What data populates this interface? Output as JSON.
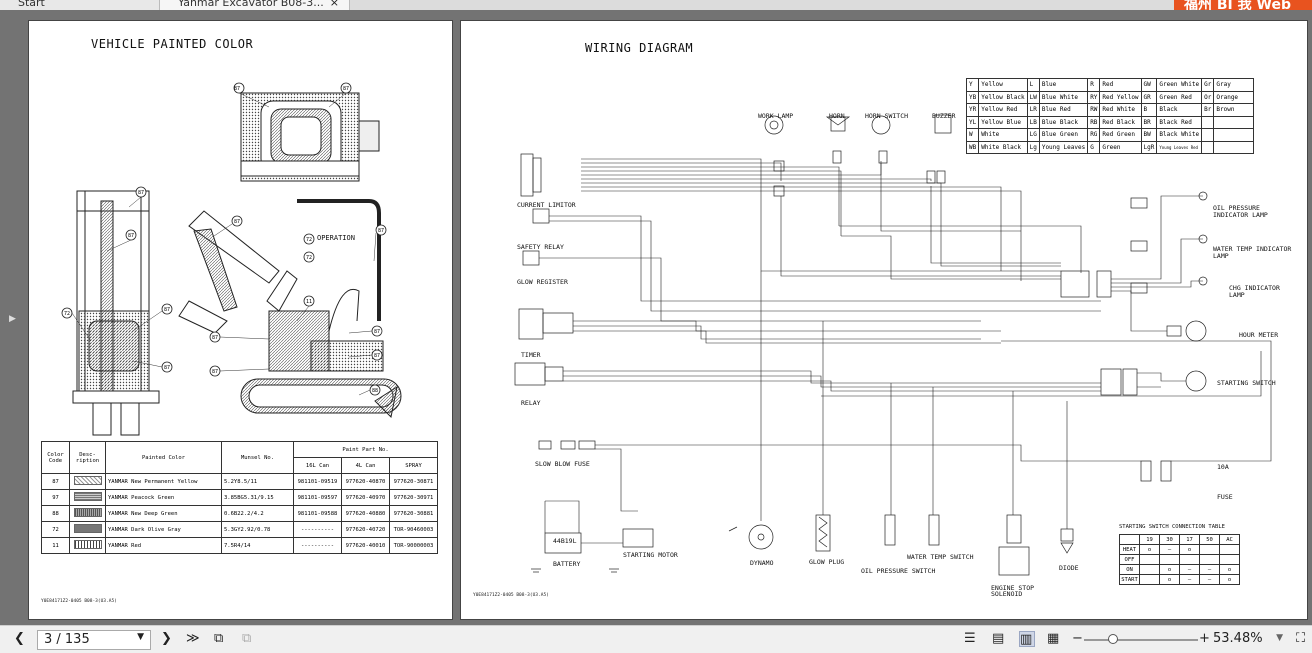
{
  "tabs": [
    {
      "label": "Start"
    },
    {
      "label": "Yanmar Excavator B08-3...",
      "close": "×"
    }
  ],
  "banner": {
    "text": "福州 BI 我 Web"
  },
  "left_page": {
    "title": "VEHICLE PAINTED COLOR",
    "operation_label": "OPERATION",
    "callouts": [
      "87",
      "87",
      "87",
      "87",
      "72",
      "87",
      "87",
      "87",
      "72",
      "87",
      "11",
      "87",
      "87",
      "87",
      "88",
      "72"
    ],
    "footer": "Y0E84171Z2-0405 B08-3(U3.A5)",
    "table": {
      "headers": [
        "Color Code",
        "Desc-ription",
        "Painted Color",
        "Munsel No.",
        "Paint Part No."
      ],
      "sub_headers": [
        "16L Can",
        "4L Can",
        "SPRAY"
      ],
      "rows": [
        {
          "code": "87",
          "color": "YANMAR New Permanent Yellow",
          "munsel": "5.2Y8.5/11",
          "can16": "981101-09519",
          "can4": "977620-40870",
          "spray": "977620-30871"
        },
        {
          "code": "97",
          "color": "YANMAR Peacock Green",
          "munsel": "3.85BG5.31/9.15",
          "can16": "981101-09597",
          "can4": "977620-40970",
          "spray": "977620-30971"
        },
        {
          "code": "88",
          "color": "YANMAR New Deep Green",
          "munsel": "0.6B22.2/4.2",
          "can16": "981101-09588",
          "can4": "977620-40880",
          "spray": "977620-30881"
        },
        {
          "code": "72",
          "color": "YANMAR Dark Olive Gray",
          "munsel": "5.3GY2.92/0.78",
          "can16": "----------",
          "can4": "977620-40720",
          "spray": "TOR-90460003"
        },
        {
          "code": "11",
          "color": "YANMAR Red",
          "munsel": "7.5R4/14",
          "can16": "----------",
          "can4": "977620-40010",
          "spray": "TOR-90000003"
        }
      ]
    }
  },
  "right_page": {
    "title": "WIRING DIAGRAM",
    "footer": "Y0E84171Z2-0405 B08-3(U3.A5)",
    "components": {
      "work_lamp": "WORK LAMP",
      "horn": "HORN",
      "horn_switch": "HORN SWITCH",
      "buzzer": "BUZZER",
      "current_limitor": "CURRENT LIMITOR",
      "safety_relay": "SAFETY RELAY",
      "glow_register": "GLOW REGISTER",
      "timer": "TIMER",
      "relay": "RELAY",
      "slow_blow_fuse": "SLOW BLOW FUSE",
      "battery": "BATTERY",
      "battery_model": "44B19L",
      "starting_motor": "STARTING MOTOR",
      "dynamo": "DYNAMO",
      "glow_plug": "GLOW PLUG",
      "oil_pressure_switch": "OIL PRESSURE SWITCH",
      "water_temp_switch": "WATER TEMP SWITCH",
      "engine_stop_solenoid": "ENGINE STOP SOLENOID",
      "diode": "DIODE",
      "oil_pressure_lamp": "OIL PRESSURE INDICATOR LAMP",
      "water_temp_lamp": "WATER TEMP INDICATOR LAMP",
      "chg_lamp": "CHG INDICATOR LAMP",
      "hour_meter": "HOUR METER",
      "starting_switch": "STARTING SWITCH",
      "fuse": "FUSE",
      "fuse_rating": "10A"
    },
    "color_code_table": [
      [
        "Y",
        "Yellow",
        "L",
        "Blue",
        "R",
        "Red",
        "GW",
        "Green White",
        "Gr",
        "Gray"
      ],
      [
        "YB",
        "Yellow Black",
        "LW",
        "Blue White",
        "RY",
        "Red Yellow",
        "GR",
        "Green Red",
        "Or",
        "Orange"
      ],
      [
        "YR",
        "Yellow Red",
        "LR",
        "Blue Red",
        "RW",
        "Red White",
        "B",
        "Black",
        "Br",
        "Brown"
      ],
      [
        "YL",
        "Yellow Blue",
        "LB",
        "Blue Black",
        "RB",
        "Red Black",
        "BR",
        "Black Red",
        "",
        ""
      ],
      [
        "W",
        "White",
        "LG",
        "Blue Green",
        "RG",
        "Red Green",
        "BW",
        "Black White",
        "",
        ""
      ],
      [
        "WB",
        "White Black",
        "Lg",
        "Young Leaves",
        "G",
        "Green",
        "LgR",
        "Young Leaves Red",
        "",
        ""
      ]
    ],
    "ssct": {
      "title": "STARTING SWITCH CONNECTION TABLE",
      "cols": [
        "19",
        "30",
        "17",
        "50",
        "AC"
      ],
      "rows": [
        "HEAT",
        "OFF",
        "ON",
        "START"
      ]
    }
  },
  "statusbar": {
    "page_indicator": "3 / 135",
    "zoom": "53.48%"
  }
}
